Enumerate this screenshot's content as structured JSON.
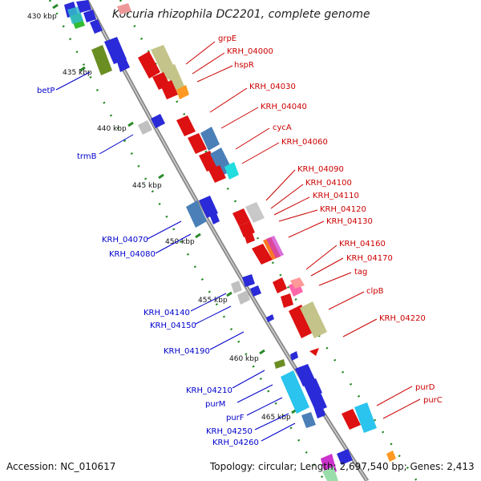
{
  "title": "Kocuria rhizophila DC2201, complete genome",
  "ticks": [
    "430 kbp",
    "435 kbp",
    "440 kbp",
    "445 kbp",
    "450 kbp",
    "455 kbp",
    "460 kbp",
    "465 kbp"
  ],
  "labels_forward": [
    "grpE",
    "KRH_04000",
    "hspR",
    "KRH_04030",
    "KRH_04040",
    "cycA",
    "KRH_04060",
    "KRH_04090",
    "KRH_04100",
    "KRH_04110",
    "KRH_04120",
    "KRH_04130",
    "KRH_04160",
    "KRH_04170",
    "tag",
    "clpB",
    "KRH_04220",
    "purD",
    "purC"
  ],
  "labels_reverse": [
    "betP",
    "trmB",
    "KRH_04070",
    "KRH_04080",
    "KRH_04140",
    "KRH_04150",
    "KRH_04190",
    "KRH_04210",
    "purM",
    "purF",
    "KRH_04250",
    "KRH_04260"
  ],
  "footer": {
    "accession": "Accession: NC_010617",
    "summary": "Topology: circular; Length: 2,697,540 bp; Genes: 2,413"
  },
  "colors": {
    "backbone": "#999999",
    "forward_label": "#cc0000",
    "reverse_label": "#0000cc",
    "ring_dots": "#228822"
  }
}
